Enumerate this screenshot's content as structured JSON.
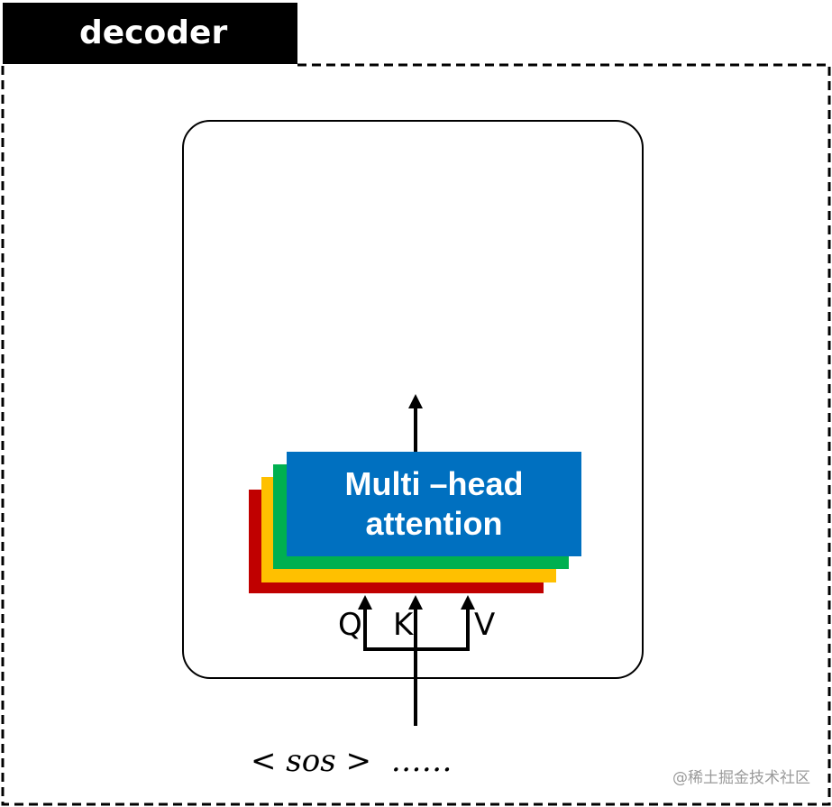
{
  "title": "decoder",
  "block": {
    "label": "Multi –head\nattention",
    "layer_colors": [
      "#c00000",
      "#ffc000",
      "#00b050",
      "#0070c0"
    ]
  },
  "inputs": {
    "q": "Q",
    "k": "K",
    "v": "V"
  },
  "sequence_text": "< sos >  ……",
  "watermark": "@稀土掘金技术社区"
}
